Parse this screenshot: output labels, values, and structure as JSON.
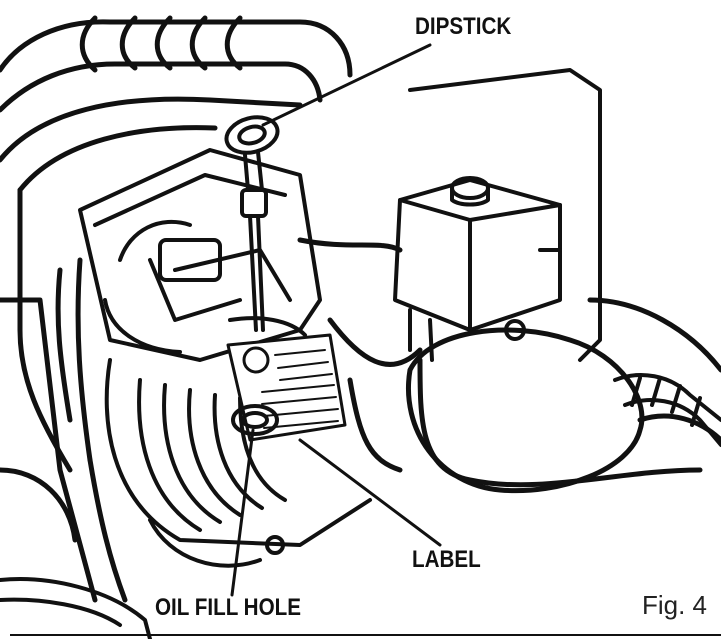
{
  "callouts": {
    "dipstick": "DIPSTICK",
    "label": "LABEL",
    "oil_fill_hole": "OIL FILL HOLE"
  },
  "figure": {
    "number": "Fig. 4"
  },
  "colors": {
    "ink": "#111111",
    "paper": "#ffffff"
  }
}
